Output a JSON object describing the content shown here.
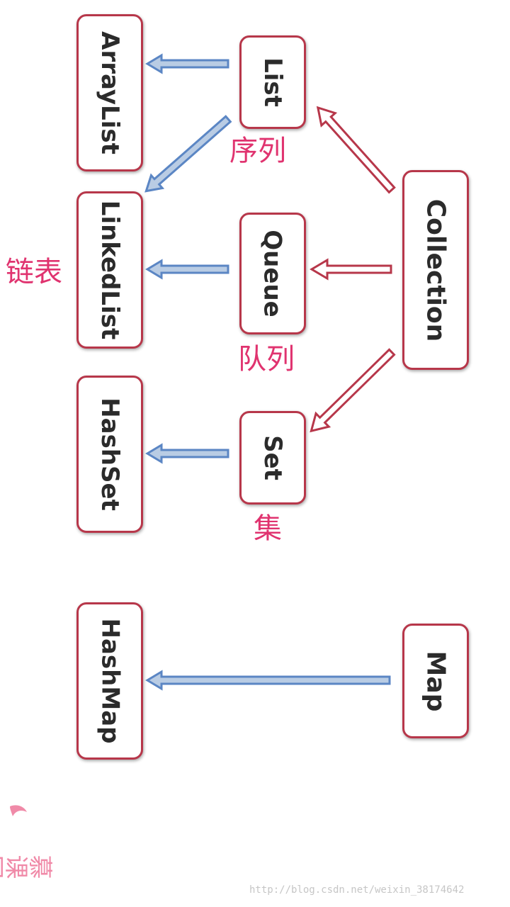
{
  "nodes": {
    "arraylist": "ArrayList",
    "linkedlist": "LinkedList",
    "hashset": "HashSet",
    "hashmap": "HashMap",
    "list": "List",
    "queue": "Queue",
    "set": "Set",
    "collection": "Collection",
    "map": "Map"
  },
  "labels": {
    "list_cn": "序列",
    "linkedlist_cn": "链表",
    "queue_cn": "队列",
    "set_cn": "集"
  },
  "logo_text": "慕课网",
  "watermark": "http://blog.csdn.net/weixin_38174642",
  "colors": {
    "node_border": "#b7374a",
    "interface_arrow": "#b7374a",
    "implementation_arrow": "#5b86c4",
    "label": "#e0336f"
  }
}
